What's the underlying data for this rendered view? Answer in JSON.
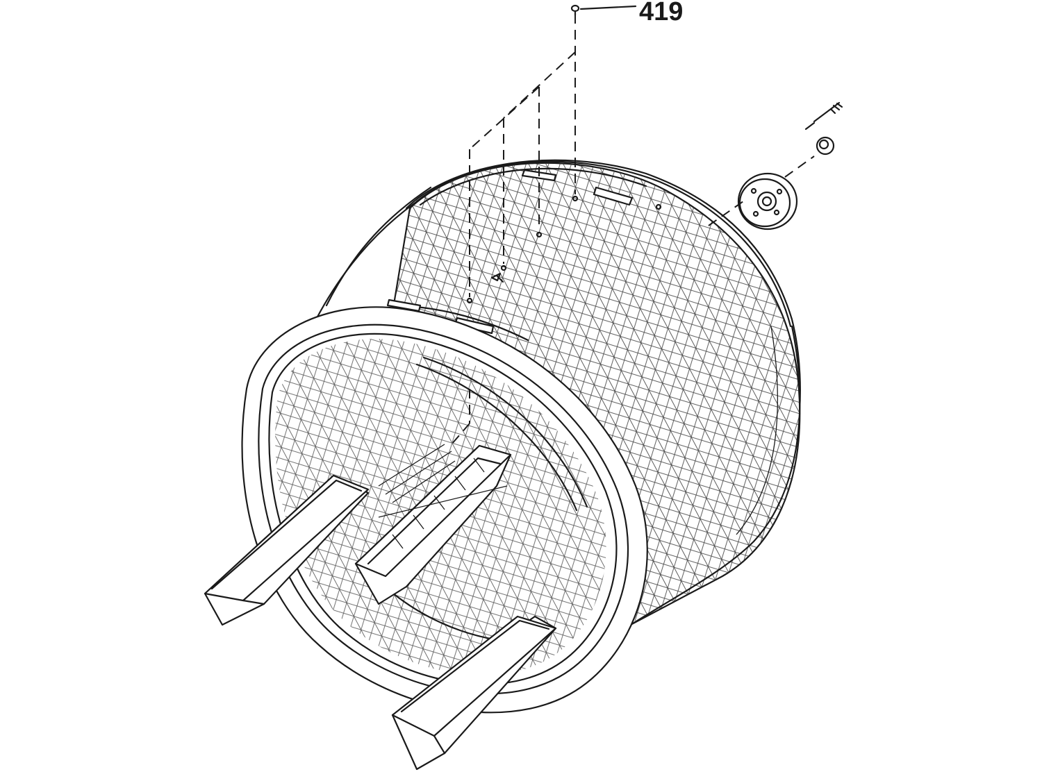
{
  "callouts": [
    {
      "id": "screw",
      "label": "419"
    }
  ],
  "colors": {
    "line": "#1a1a1a",
    "background": "#ffffff"
  },
  "parts": {
    "drum": "drum-assembly",
    "lifters": [
      "lifter-left",
      "lifter-bottom",
      "lifter-center"
    ],
    "flange": "rear-flange-hub",
    "shaft": "drive-shaft",
    "washer": "washer-ring"
  }
}
